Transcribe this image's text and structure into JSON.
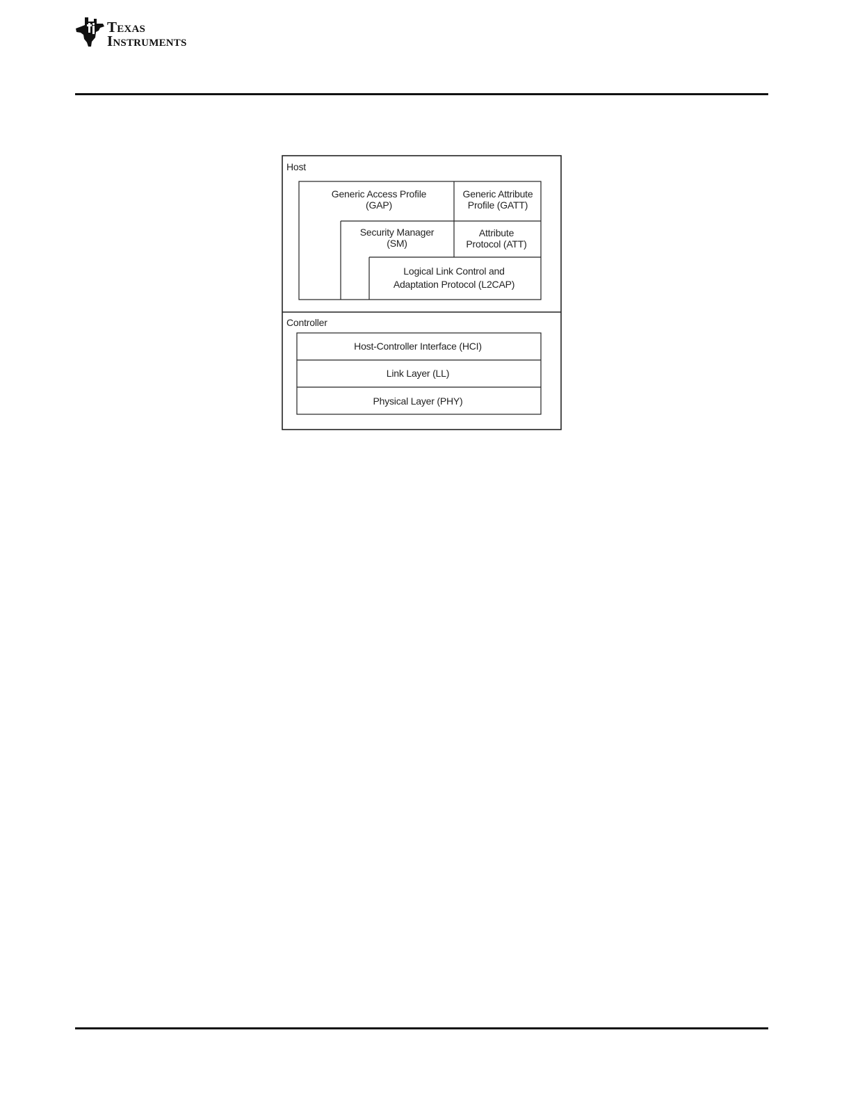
{
  "header": {
    "logo": {
      "line1": "Texas",
      "line2": "Instruments"
    }
  },
  "figure": {
    "host": {
      "label": "Host",
      "gap": {
        "line1": "Generic Access Profile",
        "line2": "(GAP)"
      },
      "gatt": {
        "line1": "Generic Attribute",
        "line2": "Profile (GATT)"
      },
      "sm": {
        "line1": "Security Manager",
        "line2": "(SM)"
      },
      "att": {
        "line1": "Attribute",
        "line2": "Protocol (ATT)"
      },
      "l2cap": {
        "line1": "Logical Link Control and",
        "line2": "Adaptation Protocol (L2CAP)"
      }
    },
    "controller": {
      "label": "Controller",
      "hci": "Host-Controller Interface (HCI)",
      "ll": "Link Layer (LL)",
      "phy": "Physical Layer (PHY)"
    }
  }
}
